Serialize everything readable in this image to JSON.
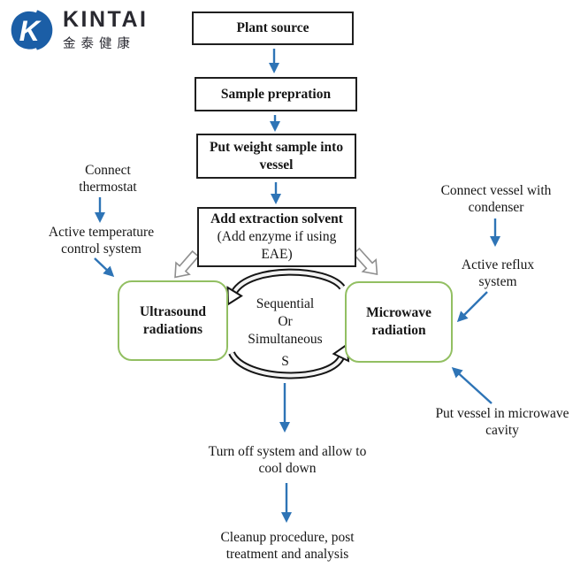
{
  "logo": {
    "brand": "KINTAI",
    "subtitle": "金泰健康",
    "icon": "kintai-k-circle-icon",
    "brand_color": "#1b5ea6"
  },
  "colors": {
    "arrow_blue": "#2e74b6",
    "node_border_dark": "#1f1f1f",
    "rounded_node_green": "#92bf62",
    "cycle_arrow_outline": "#151515"
  },
  "nodes": {
    "plant_source": "Plant source",
    "sample_preparation": "Sample prepration",
    "put_weight_sample": "Put weight sample into vessel",
    "add_solvent_main": "Add extraction solvent",
    "add_solvent_note": "(Add enzyme if using EAE)",
    "ultrasound": "Ultrasound radiations",
    "microwave": "Microwave radiation"
  },
  "center": {
    "line1": "Sequential",
    "line2": "Or",
    "line3": "Simultaneous",
    "footnote": "S"
  },
  "annotations": {
    "connect_thermostat": "Connect thermostat",
    "active_temperature": "Active temperature control system",
    "connect_vessel": "Connect vessel with condenser",
    "active_reflux": "Active reflux system",
    "put_vessel": "Put vessel in microwave cavity",
    "turn_off": "Turn off system and allow to cool down",
    "cleanup": "Cleanup procedure, post treatment and analysis"
  }
}
